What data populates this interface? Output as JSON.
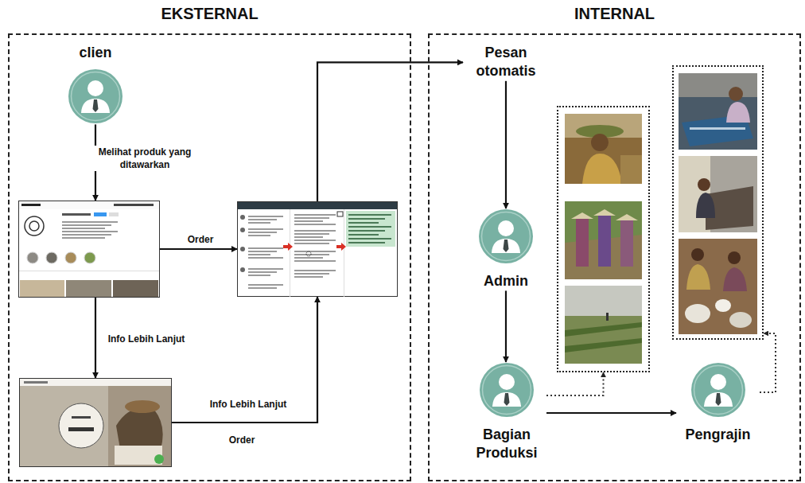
{
  "diagram": {
    "nodes": [
      {
        "text": [
          "EKSTERNAL"
        ]
      },
      {
        "text": [
          "clien"
        ],
        "in": 0
      },
      {
        "text": [],
        "in": 0
      },
      {
        "text": [],
        "in": 0
      },
      {
        "text": [],
        "in": 0
      },
      {
        "text": [
          "INTERNAL"
        ]
      },
      {
        "text": [
          "Pesan otomatis"
        ],
        "in": 5
      },
      {
        "text": [
          "Admin"
        ],
        "in": 5
      },
      {
        "text": [],
        "in": 5
      },
      {
        "text": [],
        "in": 5
      },
      {
        "text": [
          "Bagian Produksi"
        ],
        "in": 5
      },
      {
        "text": [
          "Pengrajin"
        ],
        "in": 5
      }
    ],
    "edges": [
      {
        "from": 1,
        "to": 2,
        "label": "Melihat produk yang ditawarkan",
        "arrow": "to"
      },
      {
        "from": 2,
        "to": 3,
        "label": "Order",
        "arrow": "to"
      },
      {
        "from": 2,
        "to": 4,
        "label": "Info Lebih Lanjut",
        "arrow": "to"
      },
      {
        "from": 4,
        "to": 3,
        "label": "Info Lebih Lanjut",
        "arrow": "to"
      },
      {
        "from": 3,
        "to": 6,
        "arrow": "to"
      },
      {
        "from": 6,
        "to": 7,
        "arrow": "to"
      },
      {
        "from": 7,
        "to": 10,
        "arrow": "to"
      },
      {
        "from": 10,
        "to": 11,
        "arrow": "to"
      },
      {
        "from": 10,
        "to": 8,
        "arrow": "to"
      },
      {
        "from": 11,
        "to": 9,
        "arrow": "to"
      }
    ],
    "labels": [
      "Order"
    ]
  }
}
